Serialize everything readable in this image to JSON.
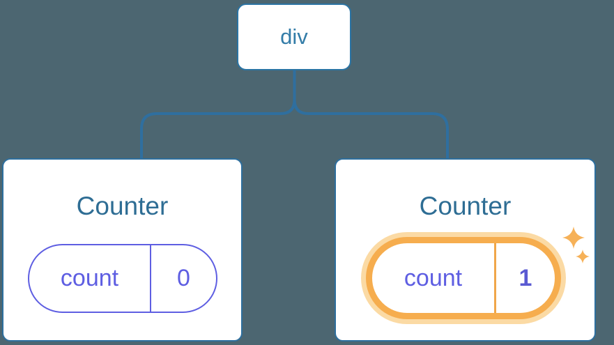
{
  "diagram": {
    "description": "React component tree: one div parent with two Counter children, each holding independent count state; the second Counter's state was just updated",
    "root": {
      "label": "div"
    },
    "children": [
      {
        "title": "Counter",
        "state": {
          "name": "count",
          "value": "0"
        },
        "highlighted": false
      },
      {
        "title": "Counter",
        "state": {
          "name": "count",
          "value": "1"
        },
        "highlighted": true
      }
    ]
  },
  "colors": {
    "background": "#4c6671",
    "connector": "#2f6f9f",
    "node_border": "#2b74a4",
    "node_text": "#337ca8",
    "card_border": "#2e6f9e",
    "title_text": "#2e6d94",
    "state_purple": "#5e5ee2",
    "state_value_bold": "#5a5ad2",
    "highlight_orange": "#f6ad4e",
    "highlight_divider": "#f0a64a",
    "highlight_glow": "#fbdaa4",
    "sparkle": "#f6b158"
  }
}
